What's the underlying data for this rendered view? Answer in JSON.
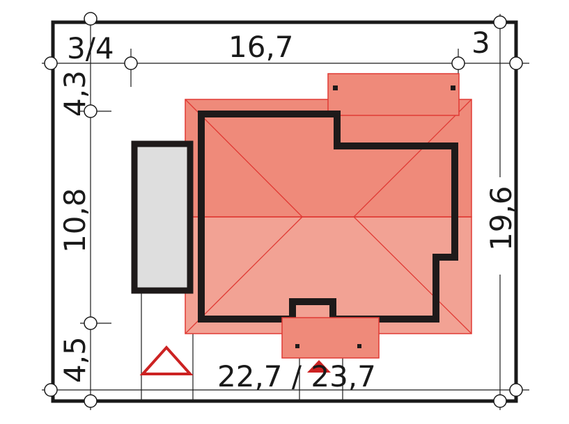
{
  "dimensions": {
    "top_left": "3/4",
    "top_middle": "16,7",
    "top_right": "3",
    "left_top": "4,3",
    "left_middle": "10,8",
    "left_bottom": "4,5",
    "right": "19,6",
    "bottom": "22,7 / 23,7"
  },
  "colors": {
    "roof": "#ef8a7a",
    "roof_light": "#f2a294",
    "roof_line": "#e03a34",
    "wall": "#1e1a1a",
    "garage": "#dedede",
    "entrance_marker": "#cc2222",
    "plot_border": "#1a1a1a"
  },
  "icons": {
    "entrance": "triangle-entrance-icon",
    "entrance_filled": "triangle-filled-icon",
    "marker": "circle-marker-icon"
  }
}
